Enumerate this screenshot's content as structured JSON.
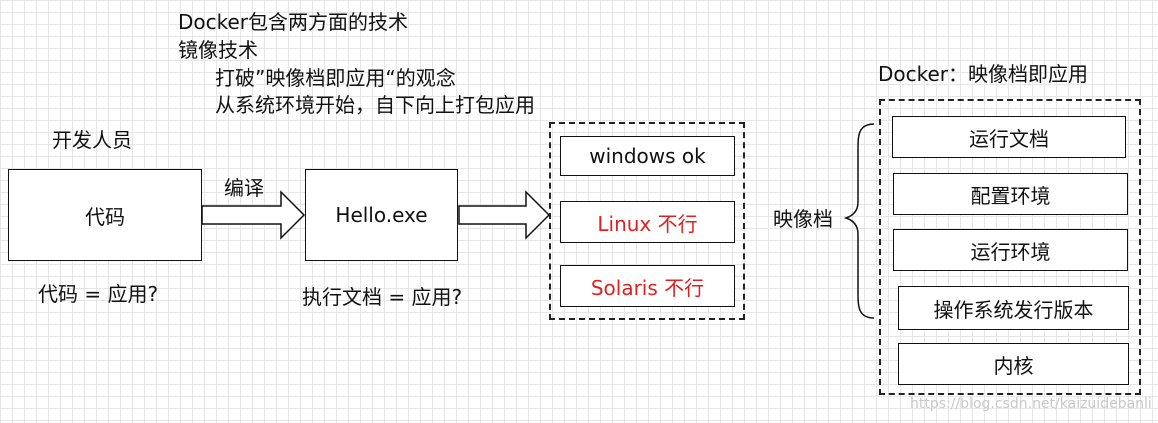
{
  "header": {
    "title": "Docker包含两方面的技术",
    "subtitle": "镜像技术",
    "line1": "打破”映像档即应用“的观念",
    "line2": "从系统环境开始，自下向上打包应用"
  },
  "developer_label": "开发人员",
  "code_box": "代码",
  "compile_label": "编译",
  "exe_box": "Hello.exe",
  "code_eq": "代码 = 应用?",
  "exe_eq": "执行文档 = 应用?",
  "os_items": [
    {
      "label": "windows ok",
      "color": "#111111"
    },
    {
      "label": "Linux 不行",
      "color": "#e02020"
    },
    {
      "label": "Solaris 不行",
      "color": "#e02020"
    }
  ],
  "docker_title": "Docker：映像档即应用",
  "image_label": "映像档",
  "stack": [
    "运行文档",
    "配置环境",
    "运行环境",
    "操作系统发行版本",
    "内核"
  ],
  "watermark": "https://blog.csdn.net/kaizuidebanli"
}
